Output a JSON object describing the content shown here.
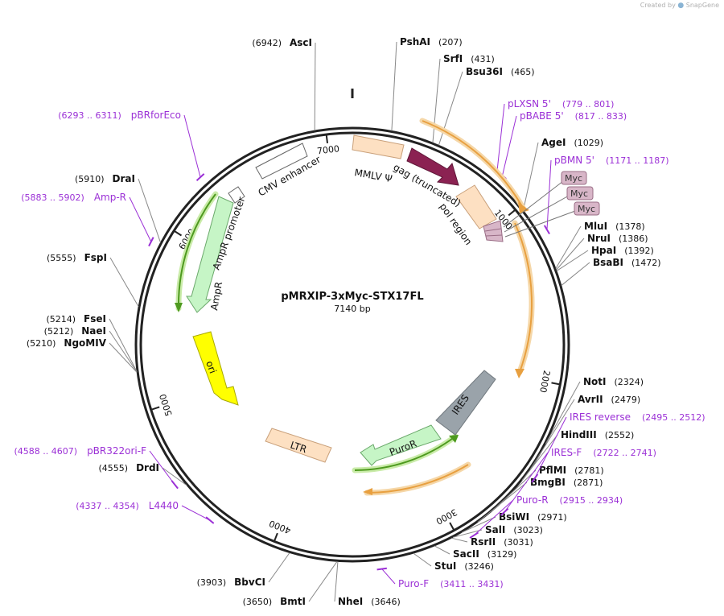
{
  "watermark": {
    "prefix": "Created by",
    "brand": "SnapGene"
  },
  "plasmid": {
    "name": "pMRXIP-3xMyc-STX17FL",
    "size_label": "7140 bp",
    "length": 7140
  },
  "ticks": [
    {
      "pos": 1000,
      "label": "1000"
    },
    {
      "pos": 2000,
      "label": "2000"
    },
    {
      "pos": 3000,
      "label": "3000"
    },
    {
      "pos": 4000,
      "label": "4000"
    },
    {
      "pos": 5000,
      "label": "5000"
    },
    {
      "pos": 6000,
      "label": "6000"
    },
    {
      "pos": 7000,
      "label": "7000"
    }
  ],
  "sites": [
    {
      "id": "ascI",
      "name": "AscI",
      "pos_label": "(6942)",
      "pos": 6942
    },
    {
      "id": "pshAI",
      "name": "PshAI",
      "pos_label": "(207)",
      "pos": 207
    },
    {
      "id": "srfI",
      "name": "SrfI",
      "pos_label": "(431)",
      "pos": 431
    },
    {
      "id": "bsu36I",
      "name": "Bsu36I",
      "pos_label": "(465)",
      "pos": 465
    },
    {
      "id": "ageI",
      "name": "AgeI",
      "pos_label": "(1029)",
      "pos": 1029
    },
    {
      "id": "mluI",
      "name": "MluI",
      "pos_label": "(1378)",
      "pos": 1378
    },
    {
      "id": "nruI",
      "name": "NruI",
      "pos_label": "(1386)",
      "pos": 1386
    },
    {
      "id": "hpaI",
      "name": "HpaI",
      "pos_label": "(1392)",
      "pos": 1392
    },
    {
      "id": "bsaBI",
      "name": "BsaBI",
      "pos_label": "(1472)",
      "pos": 1472
    },
    {
      "id": "notI",
      "name": "NotI",
      "pos_label": "(2324)",
      "pos": 2324
    },
    {
      "id": "avrII",
      "name": "AvrII",
      "pos_label": "(2479)",
      "pos": 2479
    },
    {
      "id": "hindIII",
      "name": "HindIII",
      "pos_label": "(2552)",
      "pos": 2552
    },
    {
      "id": "pflMI",
      "name": "PflMI",
      "pos_label": "(2781)",
      "pos": 2781
    },
    {
      "id": "bmgBI",
      "name": "BmgBI",
      "pos_label": "(2871)",
      "pos": 2871
    },
    {
      "id": "bsiWI",
      "name": "BsiWI",
      "pos_label": "(2971)",
      "pos": 2971
    },
    {
      "id": "salI",
      "name": "SalI",
      "pos_label": "(3023)",
      "pos": 3023
    },
    {
      "id": "rsrII",
      "name": "RsrII",
      "pos_label": "(3031)",
      "pos": 3031
    },
    {
      "id": "sacII",
      "name": "SacII",
      "pos_label": "(3129)",
      "pos": 3129
    },
    {
      "id": "stuI",
      "name": "StuI",
      "pos_label": "(3246)",
      "pos": 3246
    },
    {
      "id": "nheI",
      "name": "NheI",
      "pos_label": "(3646)",
      "pos": 3646
    },
    {
      "id": "bmtI",
      "name": "BmtI",
      "pos_label": "(3650)",
      "pos": 3650
    },
    {
      "id": "bbvCI",
      "name": "BbvCI",
      "pos_label": "(3903)",
      "pos": 3903
    },
    {
      "id": "drdI",
      "name": "DrdI",
      "pos_label": "(4555)",
      "pos": 4555
    },
    {
      "id": "ngoMIV",
      "name": "NgoMIV",
      "pos_label": "(5210)",
      "pos": 5210
    },
    {
      "id": "naeI",
      "name": "NaeI",
      "pos_label": "(5212)",
      "pos": 5212
    },
    {
      "id": "fseI",
      "name": "FseI",
      "pos_label": "(5214)",
      "pos": 5214
    },
    {
      "id": "fspI",
      "name": "FspI",
      "pos_label": "(5555)",
      "pos": 5555
    },
    {
      "id": "draI",
      "name": "DraI",
      "pos_label": "(5910)",
      "pos": 5910
    }
  ],
  "primers": [
    {
      "id": "pBRforEco",
      "name": "pBRforEco",
      "range": "(6293 .. 6311)",
      "pos": 6302
    },
    {
      "id": "pLXSN5",
      "name": "pLXSN 5'",
      "range": "(779 .. 801)",
      "pos": 790
    },
    {
      "id": "pBABE5",
      "name": "pBABE 5'",
      "range": "(817 .. 833)",
      "pos": 825
    },
    {
      "id": "pBMN5",
      "name": "pBMN 5'",
      "range": "(1171 .. 1187)",
      "pos": 1179
    },
    {
      "id": "ampR",
      "name": "Amp-R",
      "range": "(5883 .. 5902)",
      "pos": 5892
    },
    {
      "id": "iresRev",
      "name": "IRES reverse",
      "range": "(2495 .. 2512)",
      "pos": 2503
    },
    {
      "id": "iresF",
      "name": "IRES-F",
      "range": "(2722 .. 2741)",
      "pos": 2731
    },
    {
      "id": "puroR",
      "name": "Puro-R",
      "range": "(2915 .. 2934)",
      "pos": 2924
    },
    {
      "id": "puroF",
      "name": "Puro-F",
      "range": "(3411 .. 3431)",
      "pos": 3421
    },
    {
      "id": "pBR322oriF",
      "name": "pBR322ori-F",
      "range": "(4588 .. 4607)",
      "pos": 4597
    },
    {
      "id": "L4440",
      "name": "L4440",
      "range": "(4337 .. 4354)",
      "pos": 4345
    }
  ],
  "features": [
    {
      "id": "mmlv-psi",
      "label": "MMLV Ψ",
      "color": "#fde0c2",
      "stroke": "#c9a07a"
    },
    {
      "id": "gag",
      "label": "gag (truncated)",
      "color": "#8b2252",
      "stroke": "#5e1637"
    },
    {
      "id": "pol-region",
      "label": "pol region",
      "color": "#fde0c2",
      "stroke": "#c9a07a"
    },
    {
      "id": "myc-1",
      "label": "Myc",
      "color": "#d8b6c8",
      "stroke": "#9a6d86"
    },
    {
      "id": "myc-2",
      "label": "Myc",
      "color": "#d8b6c8",
      "stroke": "#9a6d86"
    },
    {
      "id": "myc-3",
      "label": "Myc",
      "color": "#d8b6c8",
      "stroke": "#9a6d86"
    },
    {
      "id": "ires",
      "label": "IRES",
      "color": "#9aa3aa",
      "stroke": "#6f777d"
    },
    {
      "id": "puroR",
      "label": "PuroR",
      "color": "#c6f5c6",
      "stroke": "#6aa86a"
    },
    {
      "id": "ltr",
      "label": "LTR",
      "color": "#fde0c2",
      "stroke": "#c9a07a"
    },
    {
      "id": "ori",
      "label": "ori",
      "color": "#ffff00",
      "stroke": "#a8a800"
    },
    {
      "id": "ampR",
      "label": "AmpR",
      "color": "#c6f5c6",
      "stroke": "#6aa86a"
    },
    {
      "id": "ampR-promoter",
      "label": "AmpR promoter",
      "color": "#ffffff",
      "stroke": "#666666"
    },
    {
      "id": "cmv-enhancer",
      "label": "CMV enhancer",
      "color": "#ffffff",
      "stroke": "#666666"
    }
  ],
  "colors": {
    "orf_orange": "#e8a040",
    "orf_green": "#7ccc3c",
    "primer": "#9b30d6",
    "backbone": "#222222"
  }
}
